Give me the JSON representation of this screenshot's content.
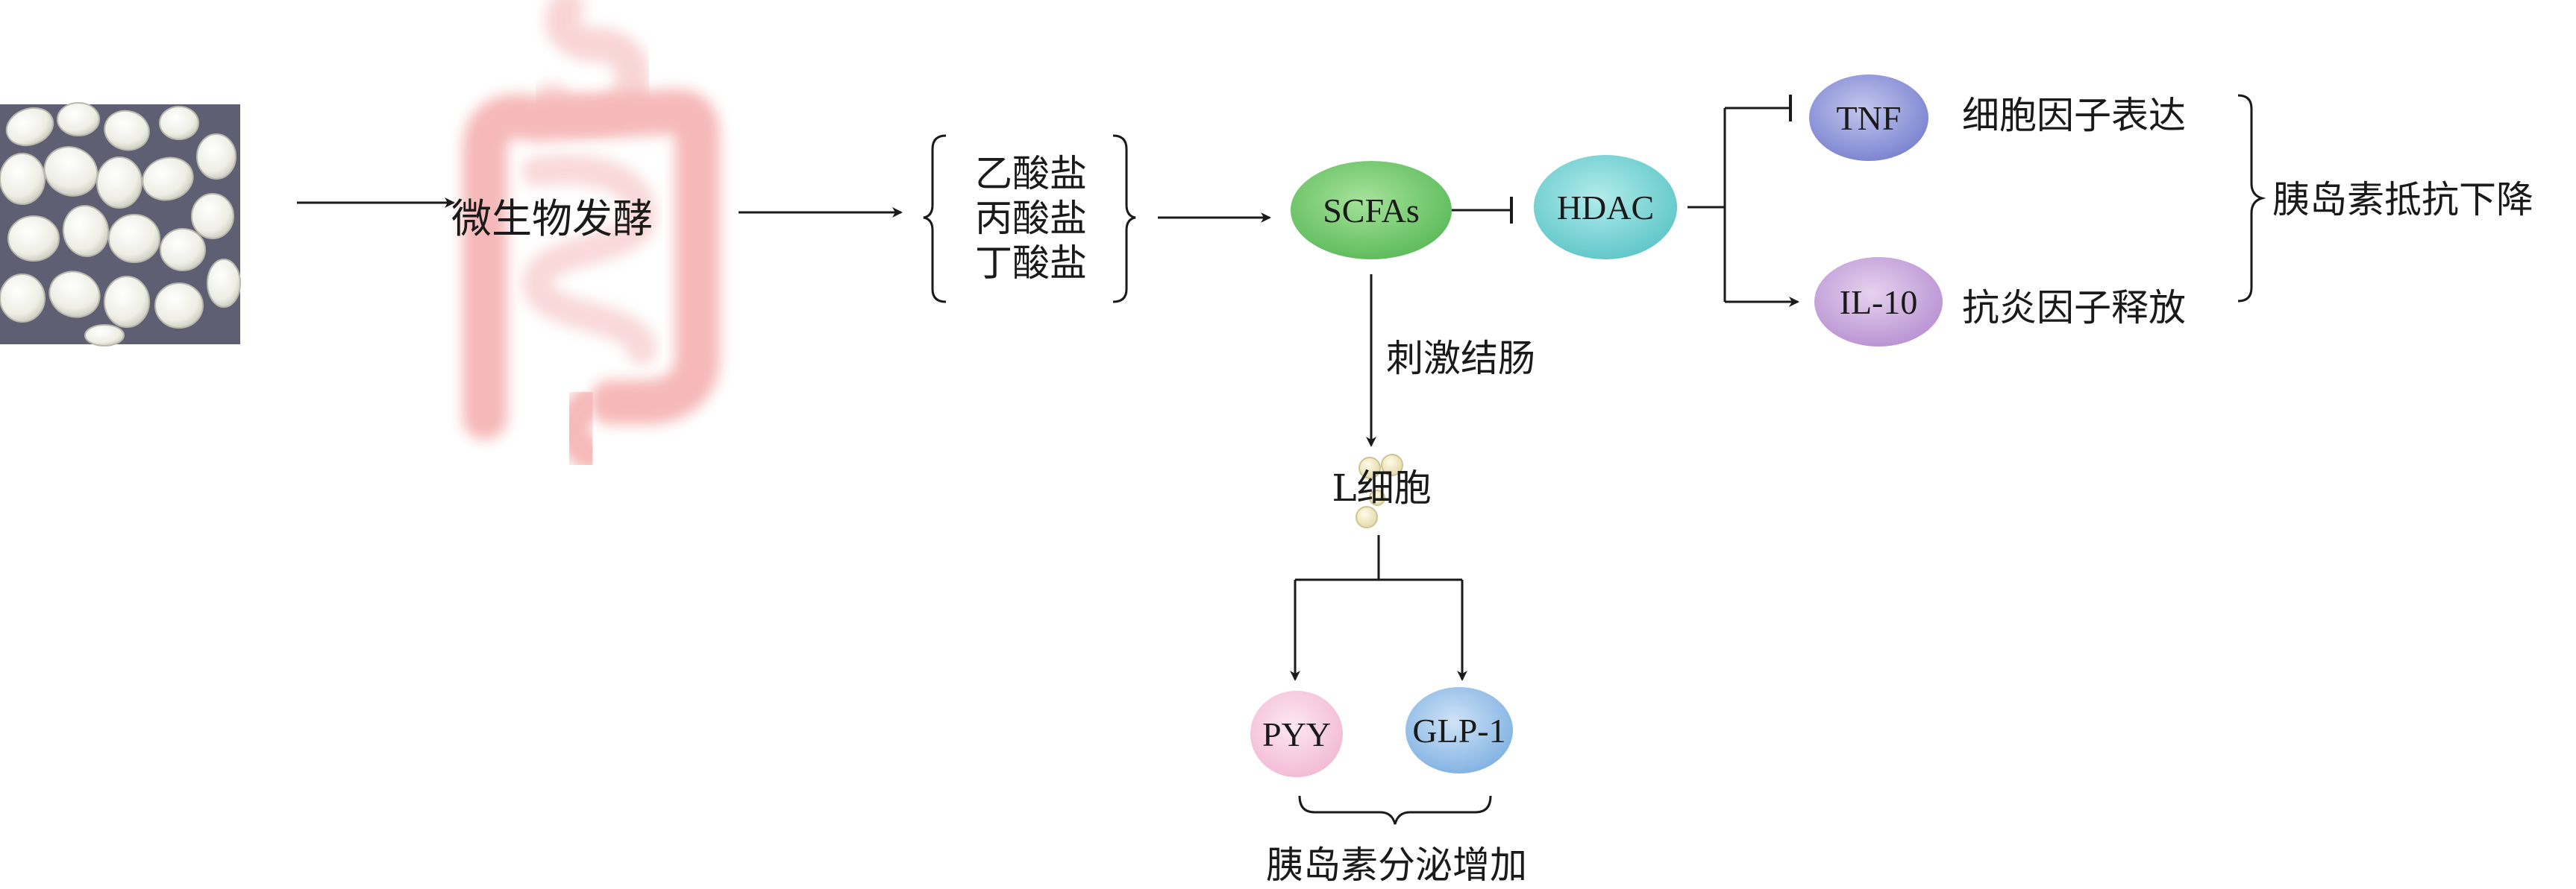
{
  "source": {
    "label": ""
  },
  "fermentation": {
    "label": "微生物发酵"
  },
  "salts": {
    "items": [
      "乙酸盐",
      "丙酸盐",
      "丁酸盐"
    ]
  },
  "scfas": {
    "label": "SCFAs",
    "color": "#6cc56a"
  },
  "hdac": {
    "label": "HDAC",
    "color": "#6fcfcf"
  },
  "tnf": {
    "label": "TNF",
    "color": "#8a91d6",
    "effect": "细胞因子表达"
  },
  "il10": {
    "label": "IL-10",
    "color": "#c4a0d8",
    "effect": "抗炎因子释放"
  },
  "insulin_resistance": {
    "label": "胰岛素抵抗下降"
  },
  "colon_stimulation": {
    "label": "刺激结肠"
  },
  "l_cell": {
    "label": "L细胞"
  },
  "pyy": {
    "label": "PYY",
    "color": "#f6c4dc"
  },
  "glp1": {
    "label": "GLP-1",
    "color": "#8ab8e6"
  },
  "insulin_secretion": {
    "label": "胰岛素分泌增加"
  }
}
